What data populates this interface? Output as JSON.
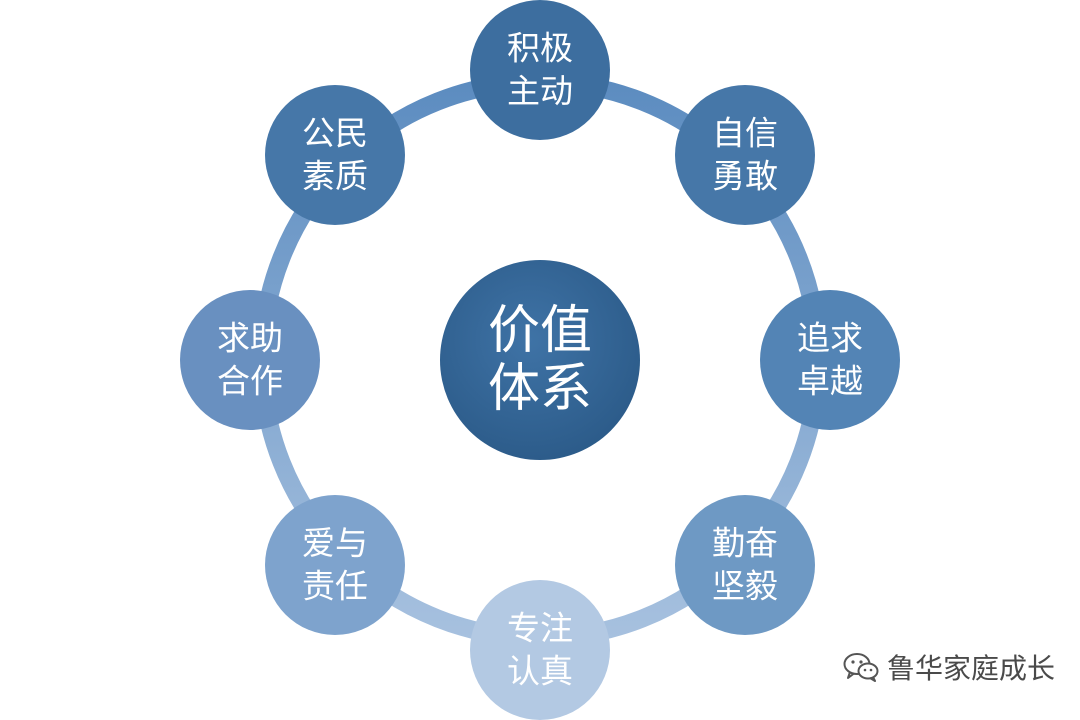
{
  "center": {
    "line1": "价值",
    "line2": "体系"
  },
  "nodes": [
    {
      "line1": "积极",
      "line2": "主动",
      "color": "#3d6e9f"
    },
    {
      "line1": "自信",
      "line2": "勇敢",
      "color": "#4677a8"
    },
    {
      "line1": "追求",
      "line2": "卓越",
      "color": "#5384b5"
    },
    {
      "line1": "勤奋",
      "line2": "坚毅",
      "color": "#6e99c4"
    },
    {
      "line1": "专注",
      "line2": "认真",
      "color": "#b3c9e3"
    },
    {
      "line1": "爱与",
      "line2": "责任",
      "color": "#7ea3cd"
    },
    {
      "line1": "求助",
      "line2": "合作",
      "color": "#6990c0"
    },
    {
      "line1": "公民",
      "line2": "素质",
      "color": "#4677a8"
    }
  ],
  "watermark": {
    "text": "鲁华家庭成长",
    "icon": "wechat-icon"
  }
}
